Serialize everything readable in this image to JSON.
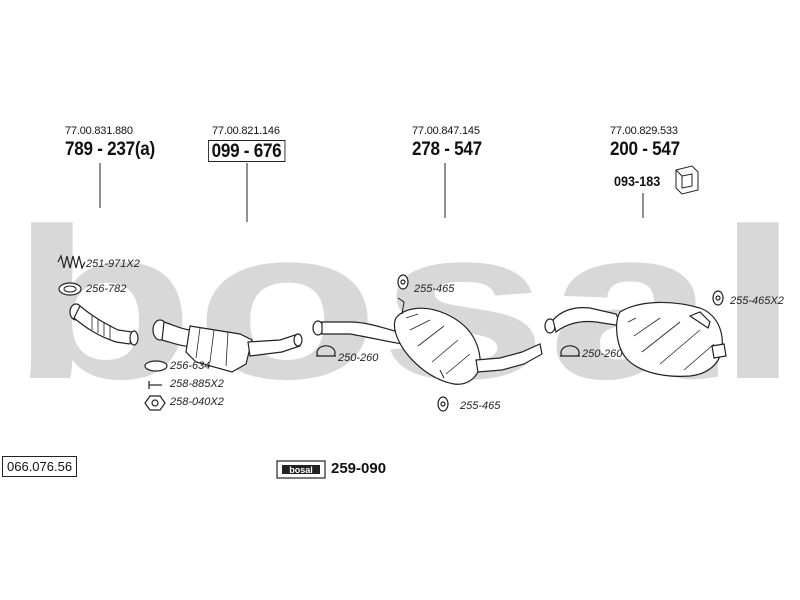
{
  "colors": {
    "watermark": "#d8d8d8",
    "line": "#222222",
    "part_fill": "#ffffff"
  },
  "watermark_text": "bosal",
  "brand_badge": "bosal",
  "reference_number": "066.076.56",
  "main_part_number": "259-090",
  "groups": [
    {
      "oem": "77.00.831.880",
      "part": "789 - 237(a)"
    },
    {
      "oem": "77.00.821.146",
      "part": "099 - 676"
    },
    {
      "oem": "77.00.847.145",
      "part": "278 - 547"
    },
    {
      "oem": "77.00.829.533",
      "part": "200 - 547"
    }
  ],
  "bracket_part": "093-183",
  "part_labels": {
    "spring": "251-971X2",
    "gasket_front": "256-782",
    "gasket_cat": "256-634",
    "bolt": "258-885X2",
    "nut": "258-040X2",
    "clamp_mid": "250-260",
    "mount_mid_top": "255-465",
    "mount_mid_bottom": "255-465",
    "clamp_rear": "250-260",
    "mount_rear": "255-465X2"
  }
}
